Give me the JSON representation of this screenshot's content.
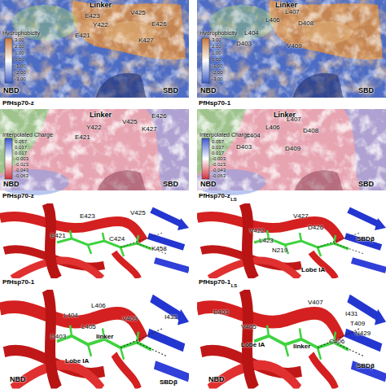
{
  "diagram": {
    "labels": [
      "Linker",
      "E423",
      "V425",
      "Y422",
      "E426",
      "E421",
      "K427",
      "Hydrophobicity",
      "3.00",
      "2.00",
      "1.00",
      "0.00",
      "-1.00",
      "-2.00",
      "-3.00",
      "NBD",
      "SBD",
      "Linker",
      "L407",
      "L406",
      "D408",
      "L404",
      "D403",
      "V409",
      "Hydrophobicity",
      "3.00",
      "2.00",
      "1.00",
      "0.00",
      "-1.00",
      "-2.00",
      "-3.00",
      "NBD",
      "SBD",
      "PfHsp70-z",
      "PfHsp70-1",
      "Linker",
      "E426",
      "V425",
      "Y422",
      "E421",
      "K427",
      "Interpolated Charge",
      "0.057",
      "0.037",
      "0.017",
      "-0.003",
      "-0.023",
      "-0.043",
      "-0.063",
      "NBD",
      "SBD",
      "Linker",
      "L407",
      "L406",
      "D408",
      "L404",
      "D403",
      "D409",
      "Interpolated Charge",
      "0.057",
      "0.037",
      "0.017",
      "-0.003",
      "-0.023",
      "-0.043",
      "-0.063",
      "NBD",
      "SBD",
      "PfHsp70-z",
      "E423",
      "V425",
      "E421",
      "C424",
      "K458",
      "PfHsp70-z",
      "LS",
      "V427",
      "D426",
      "V422",
      "L423",
      "N219",
      "SBDβ",
      "Lobe IA",
      "PfHsp70-1",
      "L406",
      "V409",
      "I433",
      "L404",
      "L405",
      "linker",
      "D403",
      "NBD",
      "Lobe IA",
      "SBDβ",
      "PfHsp70-1",
      "LS",
      "E403",
      "V407",
      "I431",
      "T409",
      "N429",
      "C406",
      "V405",
      "linker",
      "NBD",
      "Lobe IA",
      "SBDβ"
    ]
  }
}
